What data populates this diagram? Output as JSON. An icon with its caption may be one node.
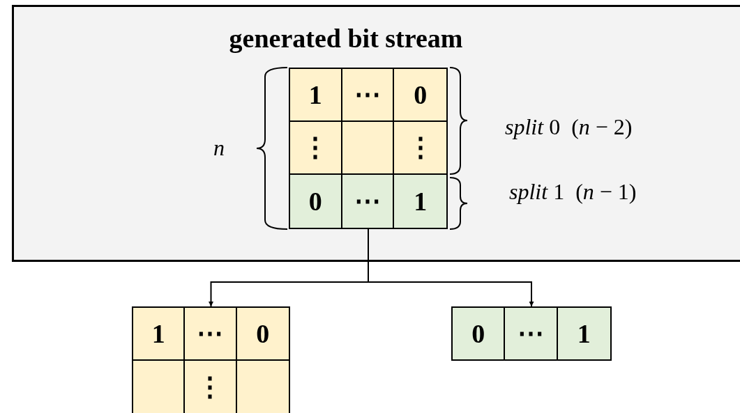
{
  "diagram": {
    "nodes": [
      {
        "text": [
          "generated bit stream"
        ]
      },
      {
        "text": [],
        "shape": "box",
        "in": 0
      },
      {
        "text": [
          "1"
        ],
        "in": 1
      },
      {
        "text": [
          "⋯"
        ],
        "in": 1
      },
      {
        "text": [
          "0"
        ],
        "in": 1
      },
      {
        "text": [
          "⋮"
        ],
        "in": 1
      },
      {
        "text": [],
        "shape": "box",
        "in": 1
      },
      {
        "text": [
          "⋮"
        ],
        "in": 1
      },
      {
        "text": [
          "0"
        ],
        "in": 1
      },
      {
        "text": [
          "⋯"
        ],
        "in": 1
      },
      {
        "text": [
          "1"
        ],
        "in": 1
      },
      {
        "text": [],
        "shape": "box"
      },
      {
        "text": [
          "1"
        ],
        "in": 11
      },
      {
        "text": [
          "⋯"
        ],
        "in": 11
      },
      {
        "text": [
          "0"
        ],
        "in": 11
      },
      {
        "text": [],
        "shape": "box",
        "in": 11
      },
      {
        "text": [
          "⋮"
        ],
        "in": 11
      },
      {
        "text": [],
        "shape": "box",
        "in": 11
      },
      {
        "text": [],
        "shape": "box"
      },
      {
        "text": [
          "0"
        ],
        "in": 18
      },
      {
        "text": [
          "⋯"
        ],
        "in": 18
      },
      {
        "text": [
          "1"
        ],
        "in": 18
      }
    ],
    "edges": [
      {
        "from": 1,
        "to": 11,
        "arrow": "to"
      },
      {
        "from": 1,
        "to": 18,
        "arrow": "to"
      }
    ],
    "labels": [
      "*n*",
      "*split* 0  (*n* − 2)",
      "*split* 1  (*n* − 1)"
    ]
  }
}
